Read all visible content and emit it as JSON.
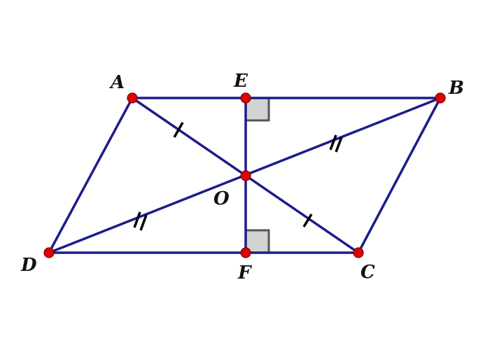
{
  "points": {
    "A": "A",
    "B": "B",
    "C": "C",
    "D": "D",
    "E": "E",
    "F": "F",
    "O": "O"
  },
  "colors": {
    "segment": "#1c1c8c",
    "point": "#e00000",
    "right_angle_fill": "#d3d3d3",
    "tick": "#000000"
  }
}
